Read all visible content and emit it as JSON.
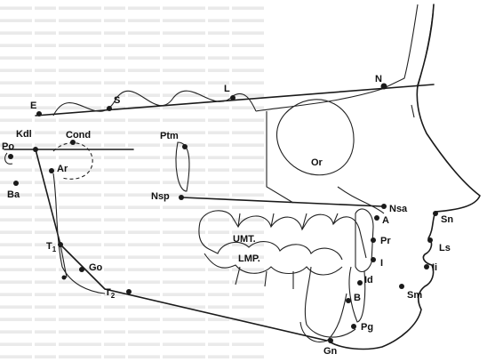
{
  "landmarks": {
    "E": "E",
    "S": "S",
    "L": "L",
    "N": "N",
    "Kdl": "Kdl",
    "Cond": "Cond",
    "Po": "Po",
    "Ar": "Ar",
    "Ba": "Ba",
    "Ptm": "Ptm",
    "Or": "Or",
    "Nsp": "Nsp",
    "Nsa": "Nsa",
    "A": "A",
    "Sn": "Sn",
    "Pr": "Pr",
    "Ls": "Ls",
    "I": "I",
    "Ii": "Ii",
    "Id": "Id",
    "Sm": "Sm",
    "B": "B",
    "Pg": "Pg",
    "Gn": "Gn",
    "T": "T",
    "T1_sub": "1",
    "T2_sub": "2",
    "Go": "Go",
    "UMT": "UMT.",
    "LMP": "LMP."
  }
}
